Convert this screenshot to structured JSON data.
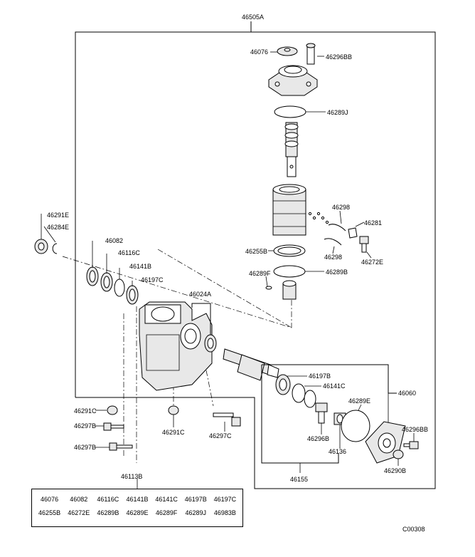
{
  "assembly_label": "46505A",
  "labels": {
    "p46076": "46076",
    "p46296BB_top": "46296BB",
    "p46289J": "46289J",
    "p46298_a": "46298",
    "p46281": "46281",
    "p46298_b": "46298",
    "p46272E": "46272E",
    "p46255B": "46255B",
    "p46289B": "46289B",
    "p46289F": "46289F",
    "p46291E": "46291E",
    "p46284E": "46284E",
    "p46082": "46082",
    "p46116C": "46116C",
    "p46141B": "46141B",
    "p46197C": "46197C",
    "p46024A": "46024A",
    "p46197B": "46197B",
    "p46141C": "46141C",
    "p46060": "46060",
    "p46289E": "46289E",
    "p46296BB_bot": "46296BB",
    "p46296B": "46296B",
    "p46136": "46136",
    "p46290B": "46290B",
    "p46155": "46155",
    "p46291C_a": "46291C",
    "p46297B_a": "46297B",
    "p46297B_b": "46297B",
    "p46291C_b": "46291C",
    "p46297C": "46297C"
  },
  "kit": {
    "title": "46113B",
    "row1": [
      "46076",
      "46082",
      "46116C",
      "46141B",
      "46141C",
      "46197B",
      "46197C"
    ],
    "row2": [
      "46255B",
      "46272E",
      "46289B",
      "46289E",
      "46289F",
      "46289J",
      "46983B"
    ]
  },
  "figure_code": "C00308"
}
